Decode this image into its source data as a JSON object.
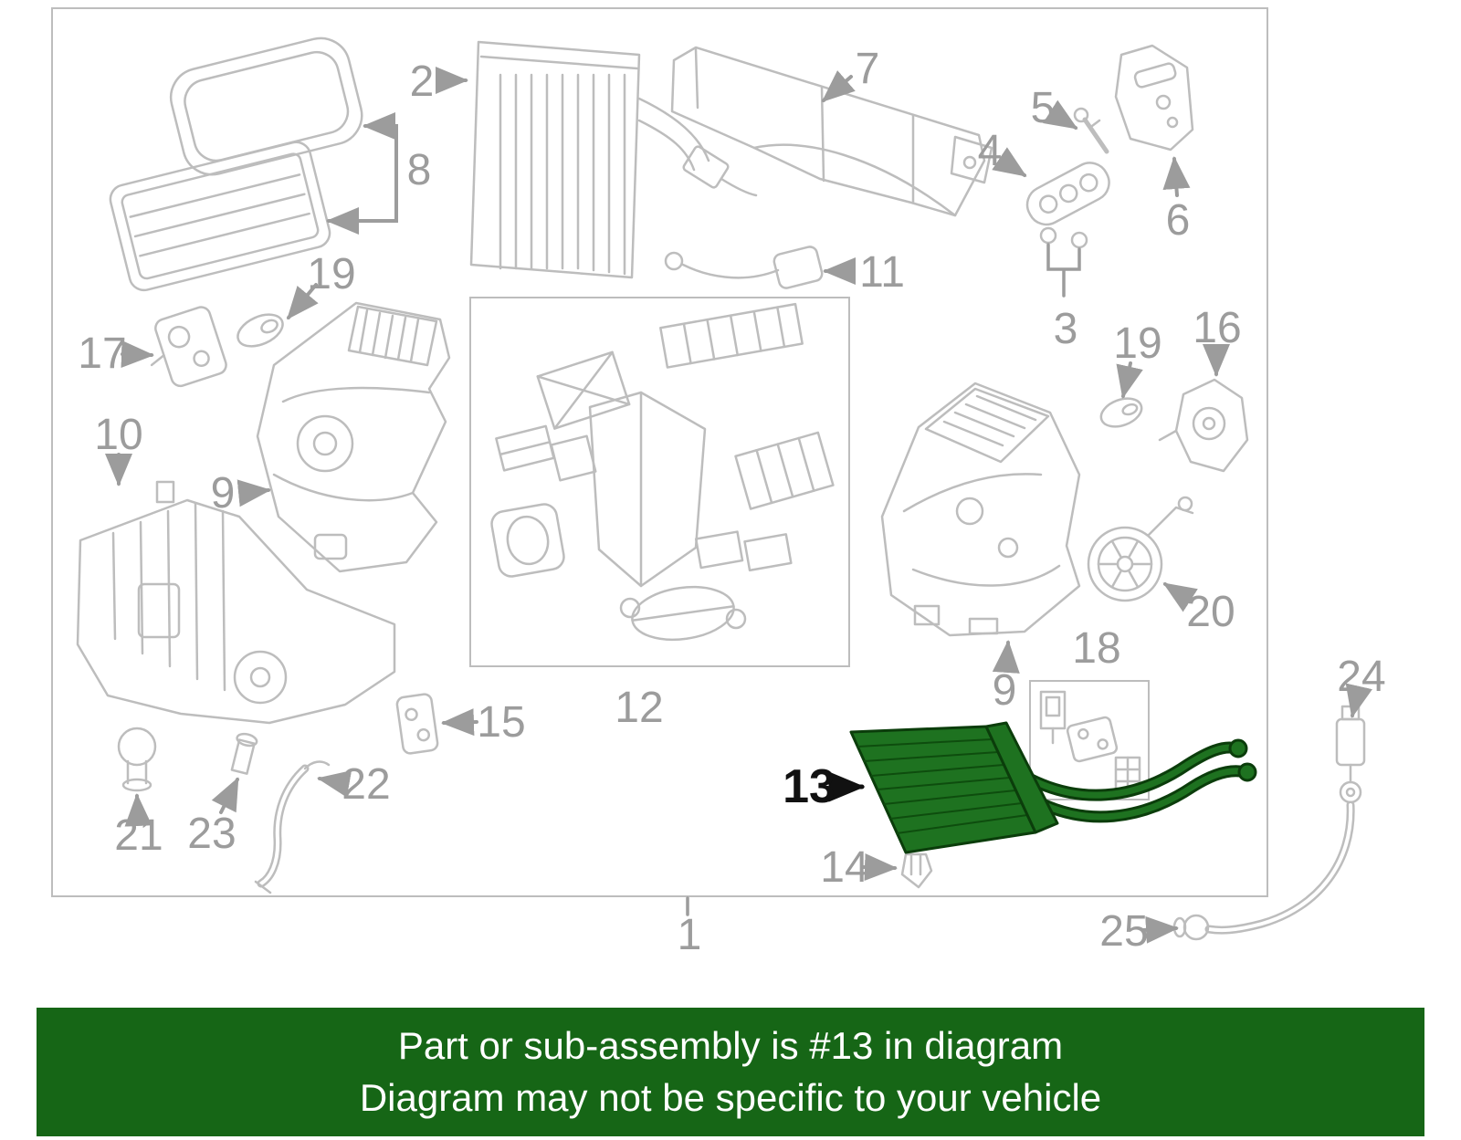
{
  "colors": {
    "line_gray": "#bdbdbd",
    "label_gray": "#9c9c9c",
    "callout_black": "#111111",
    "highlight": "#1e7220",
    "highlight_dark": "#0b3d0b",
    "hatch": "#0e4d0e",
    "banner_bg": "#166616",
    "banner_text": "#ffffff"
  },
  "diagram": {
    "highlighted_part": "13",
    "labels": {
      "p1": "1",
      "p2": "2",
      "p3": "3",
      "p4": "4",
      "p5": "5",
      "p6": "6",
      "p7": "7",
      "p8": "8",
      "p9a": "9",
      "p9b": "9",
      "p10": "10",
      "p11": "11",
      "p12": "12",
      "p13": "13",
      "p14": "14",
      "p15": "15",
      "p16": "16",
      "p17": "17",
      "p18": "18",
      "p19a": "19",
      "p19b": "19",
      "p20": "20",
      "p21": "21",
      "p22": "22",
      "p23": "23",
      "p24": "24",
      "p25": "25"
    }
  },
  "banner": {
    "line1": "Part or sub-assembly is #13 in diagram",
    "line2": "Diagram may not be specific to your vehicle"
  }
}
